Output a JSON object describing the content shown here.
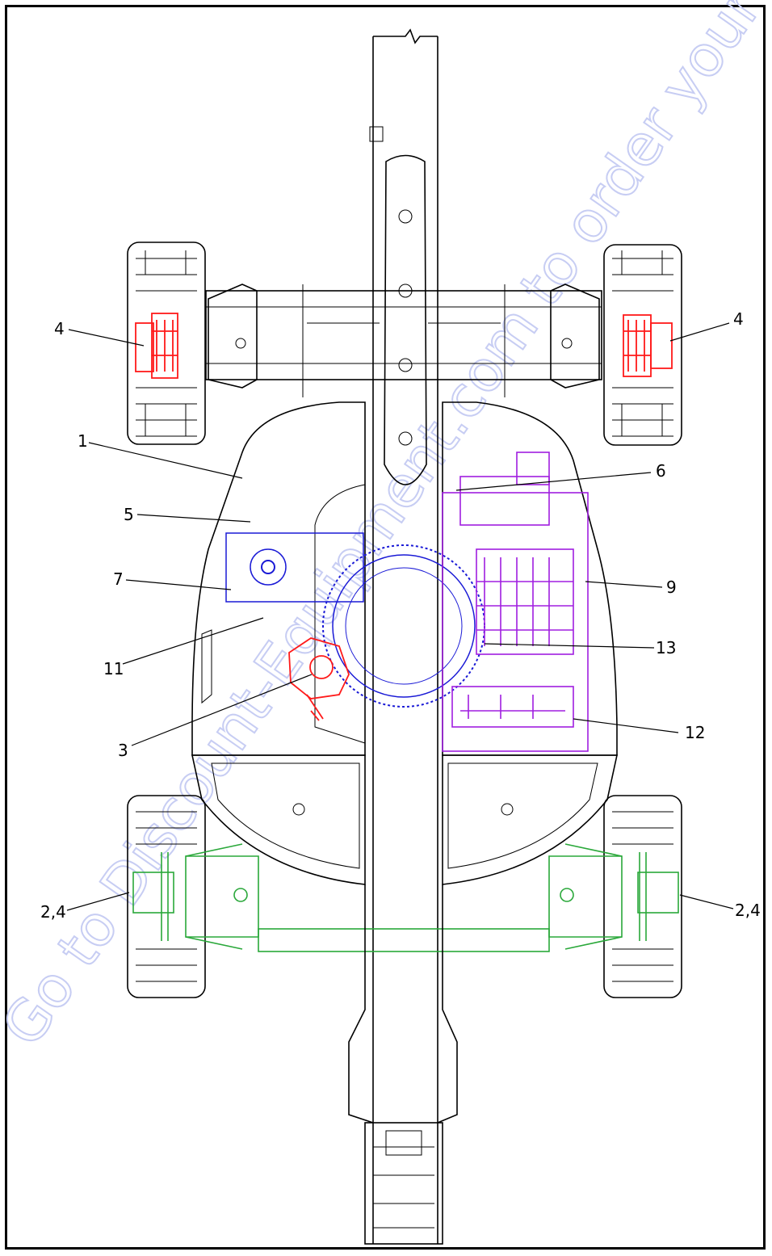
{
  "watermark": {
    "text": "Go to Discount-Equipment.com to order your parts",
    "color": "#c7cdf3"
  },
  "colors": {
    "line": "#000000",
    "red": "#ff1a1a",
    "blue": "#1a1ad6",
    "purple": "#a01ee0",
    "green": "#2aa83a"
  },
  "callouts": [
    {
      "id": "4-left",
      "label": "4"
    },
    {
      "id": "4-right",
      "label": "4"
    },
    {
      "id": "1",
      "label": "1"
    },
    {
      "id": "6",
      "label": "6"
    },
    {
      "id": "5",
      "label": "5"
    },
    {
      "id": "7",
      "label": "7"
    },
    {
      "id": "9",
      "label": "9"
    },
    {
      "id": "13",
      "label": "13"
    },
    {
      "id": "11",
      "label": "11"
    },
    {
      "id": "3",
      "label": "3"
    },
    {
      "id": "12",
      "label": "12"
    },
    {
      "id": "24-left",
      "label": "2,4"
    },
    {
      "id": "24-right",
      "label": "2,4"
    }
  ]
}
